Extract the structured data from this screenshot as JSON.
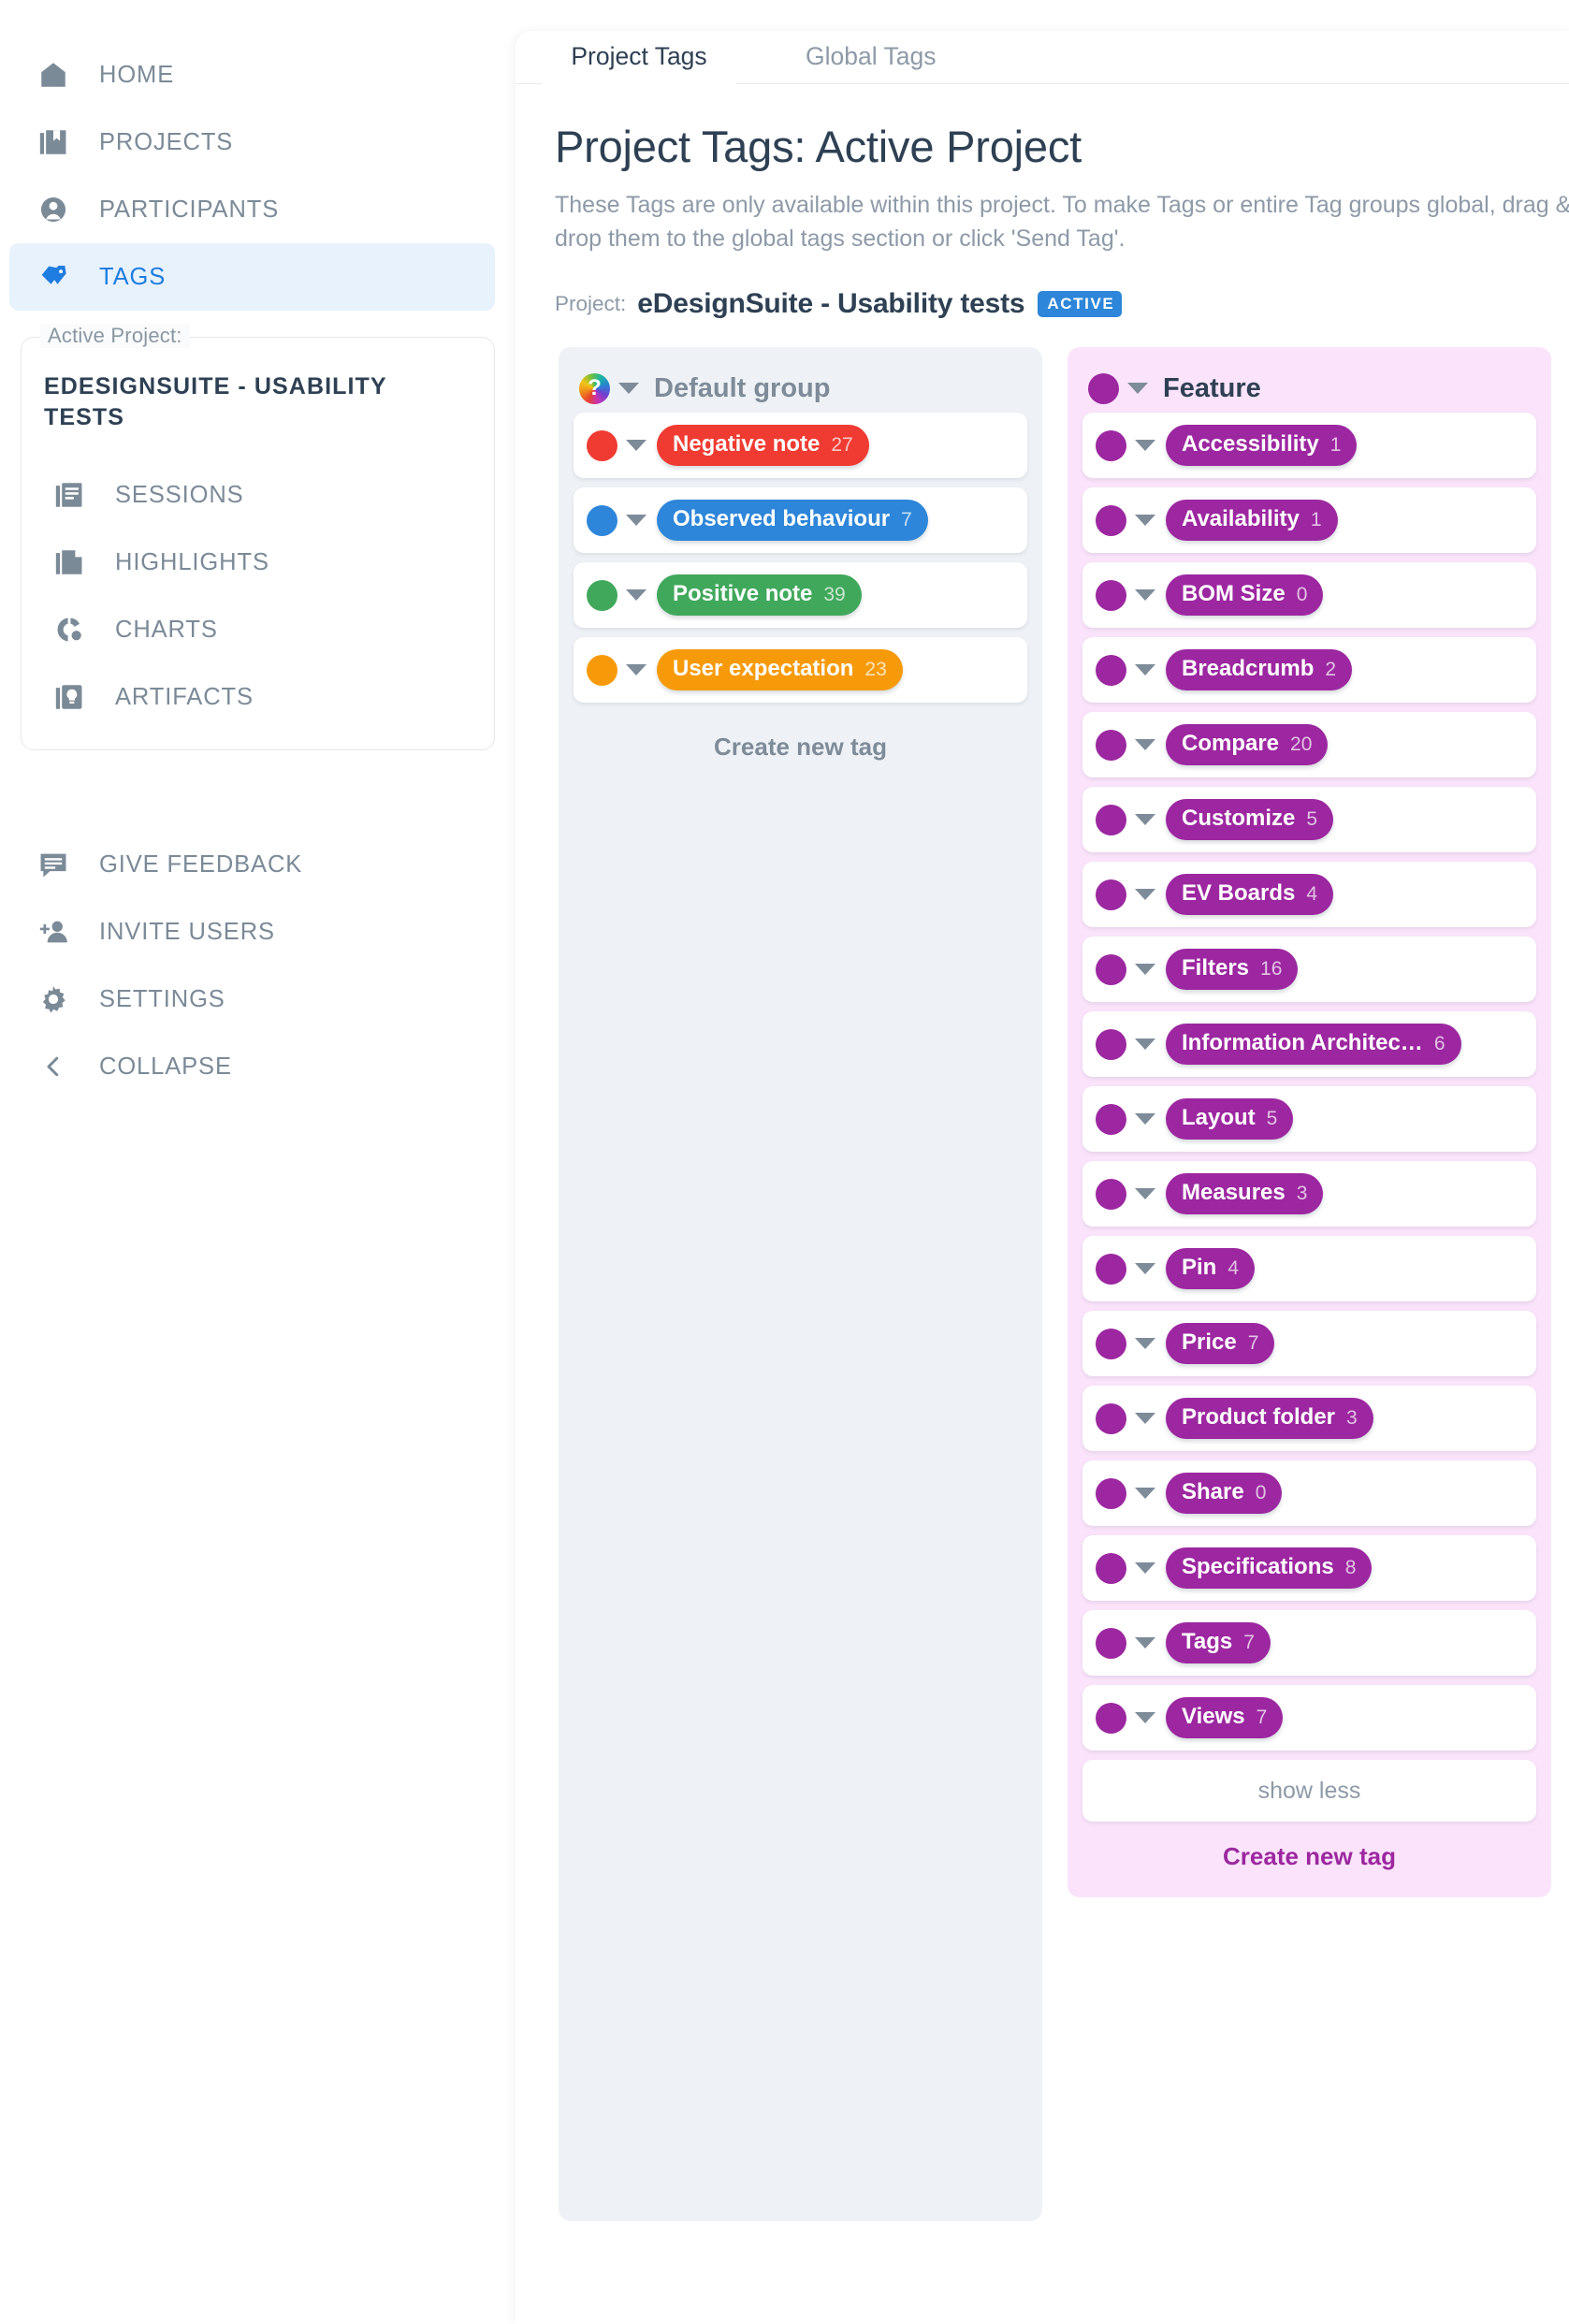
{
  "sidebar": {
    "main_nav": [
      {
        "label": "HOME",
        "icon": "home-icon",
        "active": false
      },
      {
        "label": "PROJECTS",
        "icon": "projects-icon",
        "active": false
      },
      {
        "label": "PARTICIPANTS",
        "icon": "participants-icon",
        "active": false
      },
      {
        "label": "TAGS",
        "icon": "tags-icon",
        "active": true
      }
    ],
    "active_project": {
      "legend": "Active Project:",
      "name": "EDESIGNSUITE - USABILITY TESTS",
      "items": [
        {
          "label": "SESSIONS",
          "icon": "sessions-icon"
        },
        {
          "label": "HIGHLIGHTS",
          "icon": "highlights-icon"
        },
        {
          "label": "CHARTS",
          "icon": "charts-icon"
        },
        {
          "label": "ARTIFACTS",
          "icon": "artifacts-icon"
        }
      ]
    },
    "bottom_nav": [
      {
        "label": "GIVE FEEDBACK",
        "icon": "feedback-icon"
      },
      {
        "label": "INVITE USERS",
        "icon": "invite-user-icon"
      },
      {
        "label": "SETTINGS",
        "icon": "gear-icon"
      },
      {
        "label": "COLLAPSE",
        "icon": "chevron-left-icon"
      }
    ]
  },
  "tabs": {
    "project_tags": "Project Tags",
    "global_tags": "Global Tags"
  },
  "page": {
    "title": "Project Tags: Active Project",
    "description": "These Tags are only available within this project. To make Tags or entire Tag groups global, drag &\ndrop them to the global tags section or click 'Send Tag'.",
    "project_label": "Project:",
    "project_name": "eDesignSuite - Usability tests",
    "project_status": "ACTIVE"
  },
  "colors": {
    "accent_blue": "#1f7ce0",
    "badge_blue": "#2d86d9",
    "feature_purple": "#9c27a0",
    "feature_bg": "#fbe4fb",
    "default_bg": "#eef2f6",
    "negative": "#ef3b32",
    "observed": "#2d86d9",
    "positive": "#40a85b",
    "expectation": "#f79a0a"
  },
  "groups": [
    {
      "name": "Default group",
      "swatch": "rainbow-question-swatch",
      "create_label": "Create new tag",
      "show_less_label": null,
      "tags": [
        {
          "name": "Negative note",
          "count": "27",
          "color": "#ef3b32"
        },
        {
          "name": "Observed behaviour",
          "count": "7",
          "color": "#2d86d9"
        },
        {
          "name": "Positive note",
          "count": "39",
          "color": "#40a85b"
        },
        {
          "name": "User expectation",
          "count": "23",
          "color": "#f79a0a"
        }
      ]
    },
    {
      "name": "Feature",
      "swatch": "purple-swatch",
      "create_label": "Create new tag",
      "show_less_label": "show less",
      "tags": [
        {
          "name": "Accessibility",
          "count": "1",
          "color": "#9c27a0"
        },
        {
          "name": "Availability",
          "count": "1",
          "color": "#9c27a0"
        },
        {
          "name": "BOM Size",
          "count": "0",
          "color": "#9c27a0"
        },
        {
          "name": "Breadcrumb",
          "count": "2",
          "color": "#9c27a0"
        },
        {
          "name": "Compare",
          "count": "20",
          "color": "#9c27a0"
        },
        {
          "name": "Customize",
          "count": "5",
          "color": "#9c27a0"
        },
        {
          "name": "EV Boards",
          "count": "4",
          "color": "#9c27a0"
        },
        {
          "name": "Filters",
          "count": "16",
          "color": "#9c27a0"
        },
        {
          "name": "Information Architec…",
          "count": "6",
          "color": "#9c27a0"
        },
        {
          "name": "Layout",
          "count": "5",
          "color": "#9c27a0"
        },
        {
          "name": "Measures",
          "count": "3",
          "color": "#9c27a0"
        },
        {
          "name": "Pin",
          "count": "4",
          "color": "#9c27a0"
        },
        {
          "name": "Price",
          "count": "7",
          "color": "#9c27a0"
        },
        {
          "name": "Product folder",
          "count": "3",
          "color": "#9c27a0"
        },
        {
          "name": "Share",
          "count": "0",
          "color": "#9c27a0"
        },
        {
          "name": "Specifications",
          "count": "8",
          "color": "#9c27a0"
        },
        {
          "name": "Tags",
          "count": "7",
          "color": "#9c27a0"
        },
        {
          "name": "Views",
          "count": "7",
          "color": "#9c27a0"
        }
      ]
    }
  ]
}
